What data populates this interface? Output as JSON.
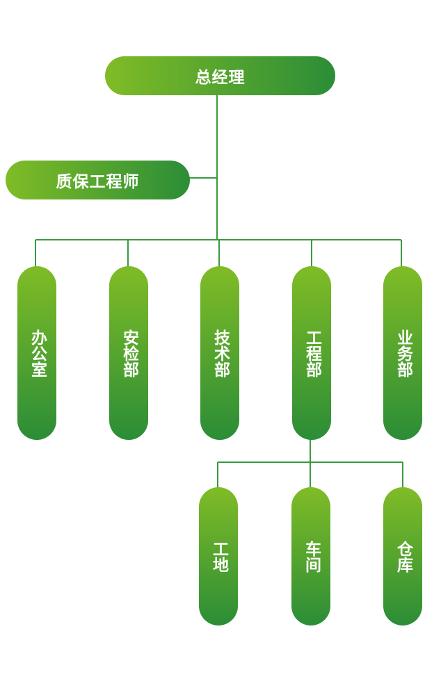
{
  "org_chart": {
    "root": {
      "label": "总经理"
    },
    "advisor": {
      "label": "质保工程师"
    },
    "departments": [
      {
        "label": "办公室"
      },
      {
        "label": "安检部"
      },
      {
        "label": "技术部"
      },
      {
        "label": "工程部"
      },
      {
        "label": "业务部"
      }
    ],
    "engineering_units": [
      {
        "label": "工地"
      },
      {
        "label": "车间"
      },
      {
        "label": "仓库"
      }
    ]
  },
  "colors": {
    "gradient_light": "#80bc26",
    "gradient_dark": "#2b8d37",
    "connector": "#3a9a3f",
    "text": "#ffffff"
  }
}
